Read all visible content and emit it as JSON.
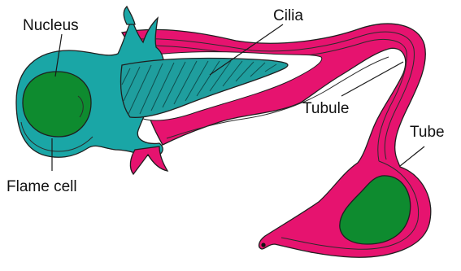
{
  "labels": {
    "nucleus": "Nucleus",
    "cilia": "Cilia",
    "tubule": "Tubule",
    "tube": "Tube",
    "flame_cell": "Flame cell"
  },
  "colors": {
    "cell_body": "#1aa6a6",
    "nucleus": "#0e8b2f",
    "tubule": "#e6136f",
    "cilia": "#1f9e9e",
    "outline": "#1f1f1f",
    "background": "#ffffff"
  }
}
